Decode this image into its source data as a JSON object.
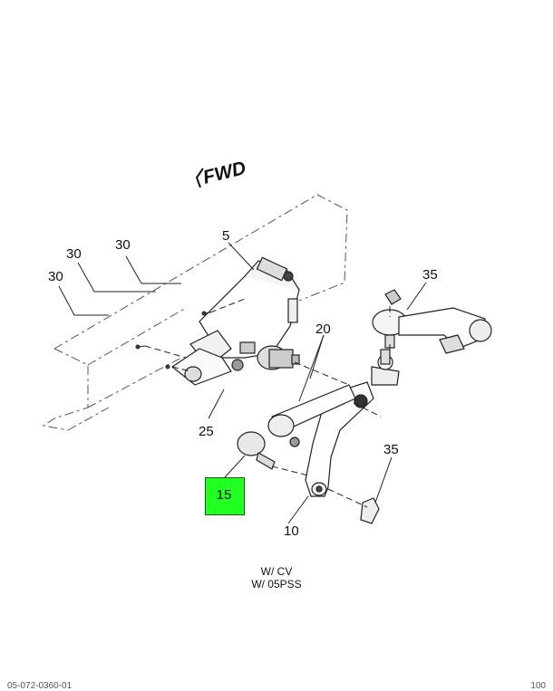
{
  "diagram": {
    "direction_label": "FWD",
    "callouts": {
      "c5": "5",
      "c30a": "30",
      "c30b": "30",
      "c30c": "30",
      "c35a": "35",
      "c35b": "35",
      "c20": "20",
      "c25": "25",
      "c15": "15",
      "c10": "10"
    },
    "highlight_color": "#22ff22",
    "caption": {
      "line1": "W/ CV",
      "line2": "W/ 05PSS"
    },
    "footer": {
      "left": "05-072-0360-01",
      "right": "100"
    }
  }
}
